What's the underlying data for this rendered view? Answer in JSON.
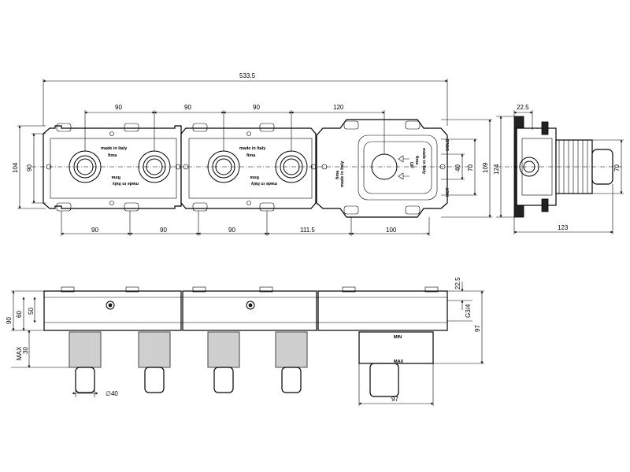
{
  "dimensions": {
    "overall_width": "533.5",
    "top_spacing": [
      "90",
      "90",
      "90",
      "120"
    ],
    "bottom_spacing": [
      "90",
      "90",
      "90",
      "111.5",
      "100"
    ],
    "left_height_outer": "104",
    "left_height_inner": "90",
    "right_height_outer": "109",
    "right_height_mid": "70",
    "right_height_inner": "40",
    "side_top": "22.5",
    "side_height": "124",
    "side_right": "70",
    "side_width": "123",
    "front_left_90": "90",
    "front_left_60": "60",
    "front_left_50": "50",
    "front_max": "MAX",
    "front_30": "30",
    "diameter": "∅40",
    "front_right_225": "22.5",
    "thread": "G3/4",
    "front_right_97": "97",
    "front_bottom_97": "97"
  },
  "labels": {
    "brand": "fima",
    "made_in": "made in Italy",
    "cold": "COLD",
    "hot": "HOT",
    "up": "UP",
    "min": "MIN",
    "max": "MAX"
  }
}
